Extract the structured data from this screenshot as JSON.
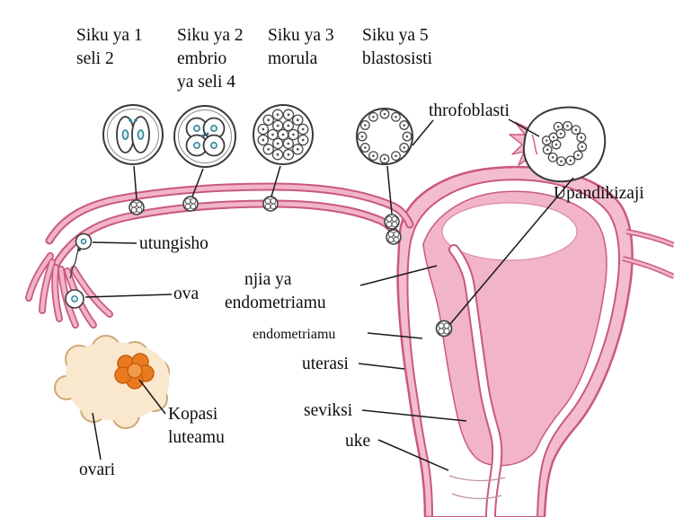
{
  "labels": {
    "day1": {
      "line1": "Siku ya 1",
      "line2": "seli 2"
    },
    "day2": {
      "line1": "Siku ya 2",
      "line2": "embrio",
      "line3": "ya seli 4"
    },
    "day3": {
      "line1": "Siku ya 3",
      "line2": "morula"
    },
    "day5": {
      "line1": "Siku ya 5",
      "line2": "blastosisti"
    },
    "trophoblast": "throfoblasti",
    "implantation": "Upandikizaji",
    "fertilization": "utungisho",
    "ova": "ova",
    "endometrium_path": {
      "line1": "njia ya",
      "line2": "endometriamu"
    },
    "endometrium": "endometriamu",
    "uterus": "uterasi",
    "cervix": "seviksi",
    "vagina": "uke",
    "corpus_luteum": {
      "line1": "Kopasi",
      "line2": "luteamu"
    },
    "ovary": "ovari"
  },
  "colors": {
    "wall_fill": "#f4bdcd",
    "wall_outline": "#c9597e",
    "lining_pink": "#f2b4c7",
    "tube_pink": "#f2b4c7",
    "nucleus_teal": "#2e7f94",
    "ovary_cream": "#f9e8cd",
    "ovary_outline": "#cfa878",
    "corpus_luteum_orange": "#e97b1e",
    "text": "#0d0d0d",
    "background": "#ffffff"
  }
}
